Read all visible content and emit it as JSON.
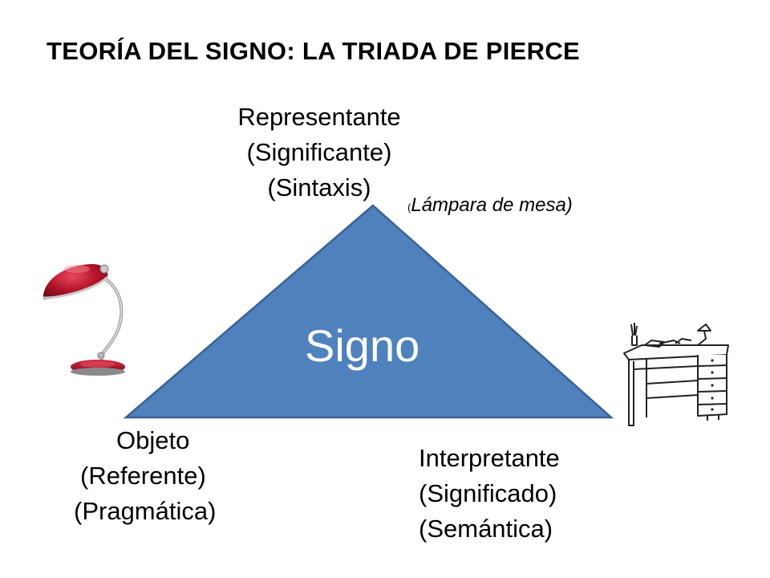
{
  "title": "TEORÍA DEL SIGNO: LA TRIADA DE PIERCE",
  "representante": {
    "line1": "Representante",
    "line2": "(Significante)",
    "line3": "(Sintaxis)"
  },
  "annotation": {
    "open_paren": "(",
    "text": "Lámpara de mesa)"
  },
  "center_label": "Signo",
  "objeto": {
    "line1": "Objeto",
    "line2": "(Referente)",
    "line3": "(Pragmática)"
  },
  "interpretante": {
    "line1": "Interpretante",
    "line2": "(Significado)",
    "line3": "(Semántica)"
  },
  "colors": {
    "triangle_fill": "#4f81bd",
    "triangle_stroke": "#3a6394",
    "lamp": "#b4142a"
  },
  "icons": [
    "lamp-icon",
    "desk-icon"
  ]
}
